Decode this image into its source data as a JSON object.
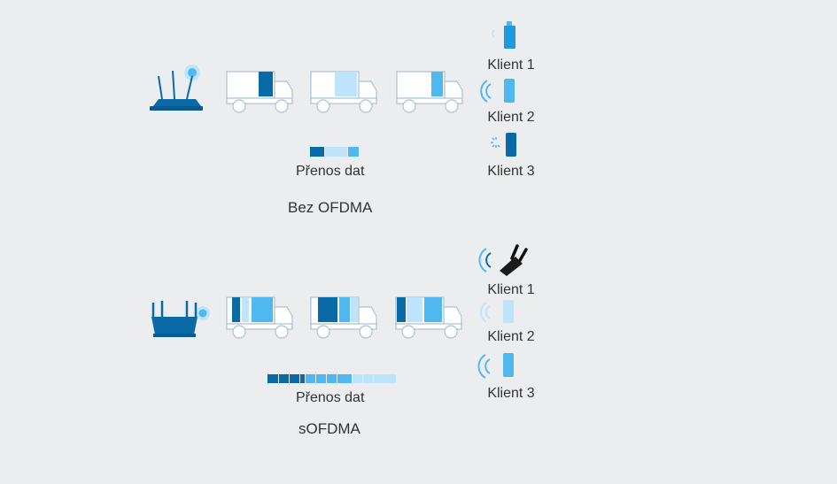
{
  "colors": {
    "dark": "#0a6aa8",
    "mid": "#4fb8f0",
    "light": "#bfe3fa",
    "outline": "#a9c2d1",
    "text": "#333333"
  },
  "top": {
    "title": "Bez OFDMA",
    "legend": "Přenos dat",
    "clients": [
      "Klient 1",
      "Klient 2",
      "Klient 3"
    ],
    "router_icon": "router-3-antenna-icon",
    "client_icons": [
      "usb-adapter-icon",
      "smartphone-icon",
      "smartphone-icon"
    ]
  },
  "bottom": {
    "title": "sOFDMA",
    "legend": "Přenos dat",
    "clients": [
      "Klient 1",
      "Klient 2",
      "Klient 3"
    ],
    "router_icon": "router-multi-antenna-icon",
    "client_icons": [
      "usb-adapter-antenna-icon",
      "smartphone-icon",
      "smartphone-icon"
    ]
  }
}
